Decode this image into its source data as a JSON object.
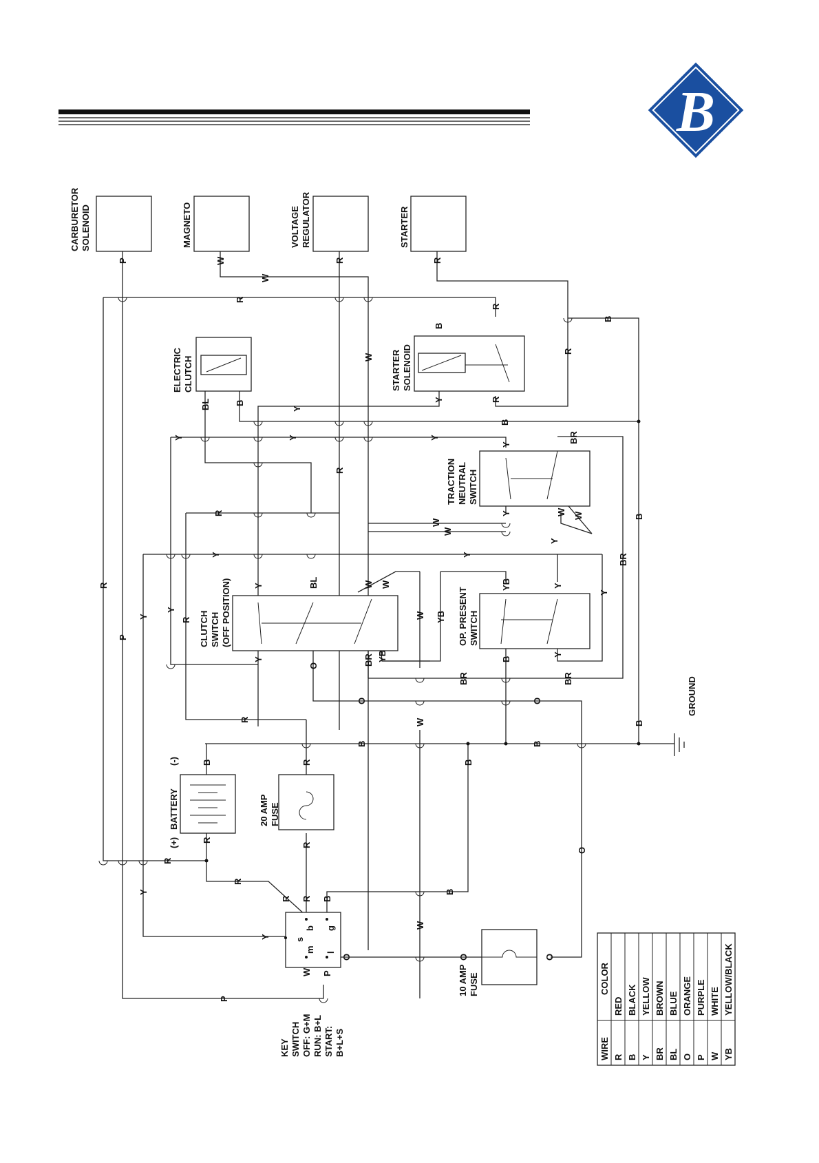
{
  "brand": {
    "logo_letter": "B",
    "logo_color": "#1a4fa0"
  },
  "components": {
    "carburetor_solenoid": [
      "CARBURETOR",
      "SOLENOID"
    ],
    "magneto": [
      "MAGNETO"
    ],
    "voltage_regulator": [
      "VOLTAGE",
      "REGULATOR"
    ],
    "starter": [
      "STARTER"
    ],
    "electric_clutch": [
      "ELECTRIC",
      "CLUTCH"
    ],
    "starter_solenoid": [
      "STARTER",
      "SOLENOID"
    ],
    "traction_neutral_switch": [
      "TRACTION",
      "NEUTRAL",
      "SWITCH"
    ],
    "clutch_switch": [
      "CLUTCH",
      "SWITCH",
      "(OFF POSITION)"
    ],
    "op_present_switch": [
      "OP. PRESENT",
      "SWITCH"
    ],
    "battery": "BATTERY",
    "battery_neg": "(-)",
    "battery_pos": "(+)",
    "fuse20": [
      "20 AMP",
      "FUSE"
    ],
    "fuse10": [
      "10 AMP",
      "FUSE"
    ],
    "ground": "GROUND",
    "key_switch": [
      "KEY",
      "SWITCH",
      "OFF: G+M",
      "RUN: B+L",
      "START:",
      "B+L+S"
    ],
    "key_terminals": [
      "s",
      "m",
      "b",
      "l",
      "g"
    ]
  },
  "wire_letters": {
    "R": "R",
    "B": "B",
    "Y": "Y",
    "W": "W",
    "P": "P",
    "O": "O",
    "BL": "BL",
    "BR": "BR",
    "YB": "YB"
  },
  "legend": {
    "header_wire": "WIRE",
    "header_color": "COLOR",
    "rows": [
      {
        "wire": "R",
        "color": "RED"
      },
      {
        "wire": "B",
        "color": "BLACK"
      },
      {
        "wire": "Y",
        "color": "YELLOW"
      },
      {
        "wire": "BR",
        "color": "BROWN"
      },
      {
        "wire": "BL",
        "color": "BLUE"
      },
      {
        "wire": "O",
        "color": "ORANGE"
      },
      {
        "wire": "P",
        "color": "PURPLE"
      },
      {
        "wire": "W",
        "color": "WHITE"
      },
      {
        "wire": "YB",
        "color": "YELLOW/BLACK"
      }
    ]
  }
}
